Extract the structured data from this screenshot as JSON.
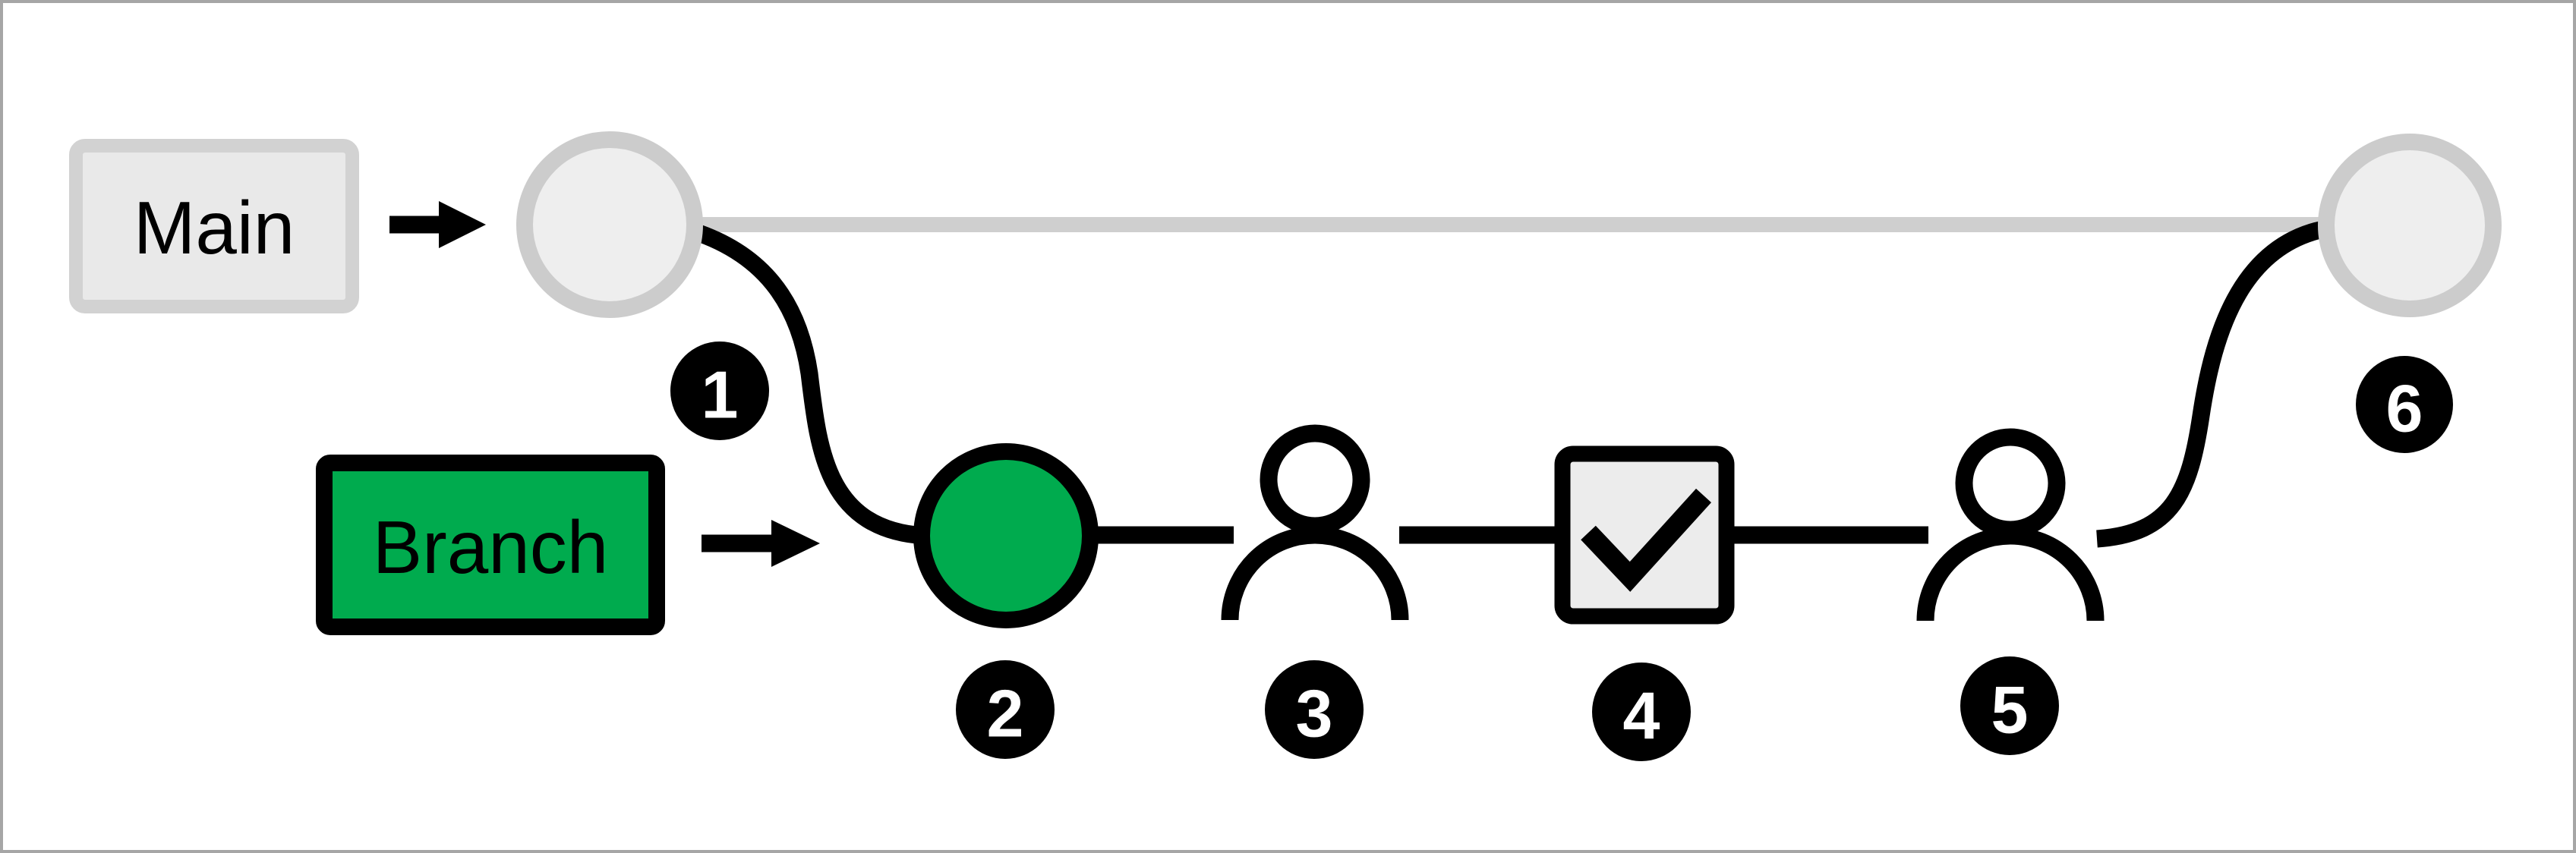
{
  "diagram": {
    "type": "branch-merge-workflow",
    "labels": {
      "main": "Main",
      "branch": "Branch"
    },
    "badges": [
      "1",
      "2",
      "3",
      "4",
      "5",
      "6"
    ],
    "icons": {
      "main_arrow": "right-arrow-icon",
      "branch_arrow": "right-arrow-icon",
      "reviewer_1": "person-icon",
      "approval": "checkmark-checkbox-icon",
      "reviewer_2": "person-icon",
      "main_commit_start": "commit-node-circle",
      "branch_commit": "commit-node-circle",
      "main_commit_end": "commit-node-circle"
    },
    "colors": {
      "branch_green": "#00ab4e",
      "main_line_gray": "#cfcfcf",
      "node_fill_gray": "#eeeeee",
      "node_stroke_gray": "#cccccc",
      "main_box_fill": "#e9e9e9",
      "main_box_border": "#d2d2d2",
      "black": "#000000",
      "badge_background": "#000000",
      "badge_text": "#ffffff",
      "frame_border": "#a6a6a6",
      "background": "#ffffff"
    }
  }
}
